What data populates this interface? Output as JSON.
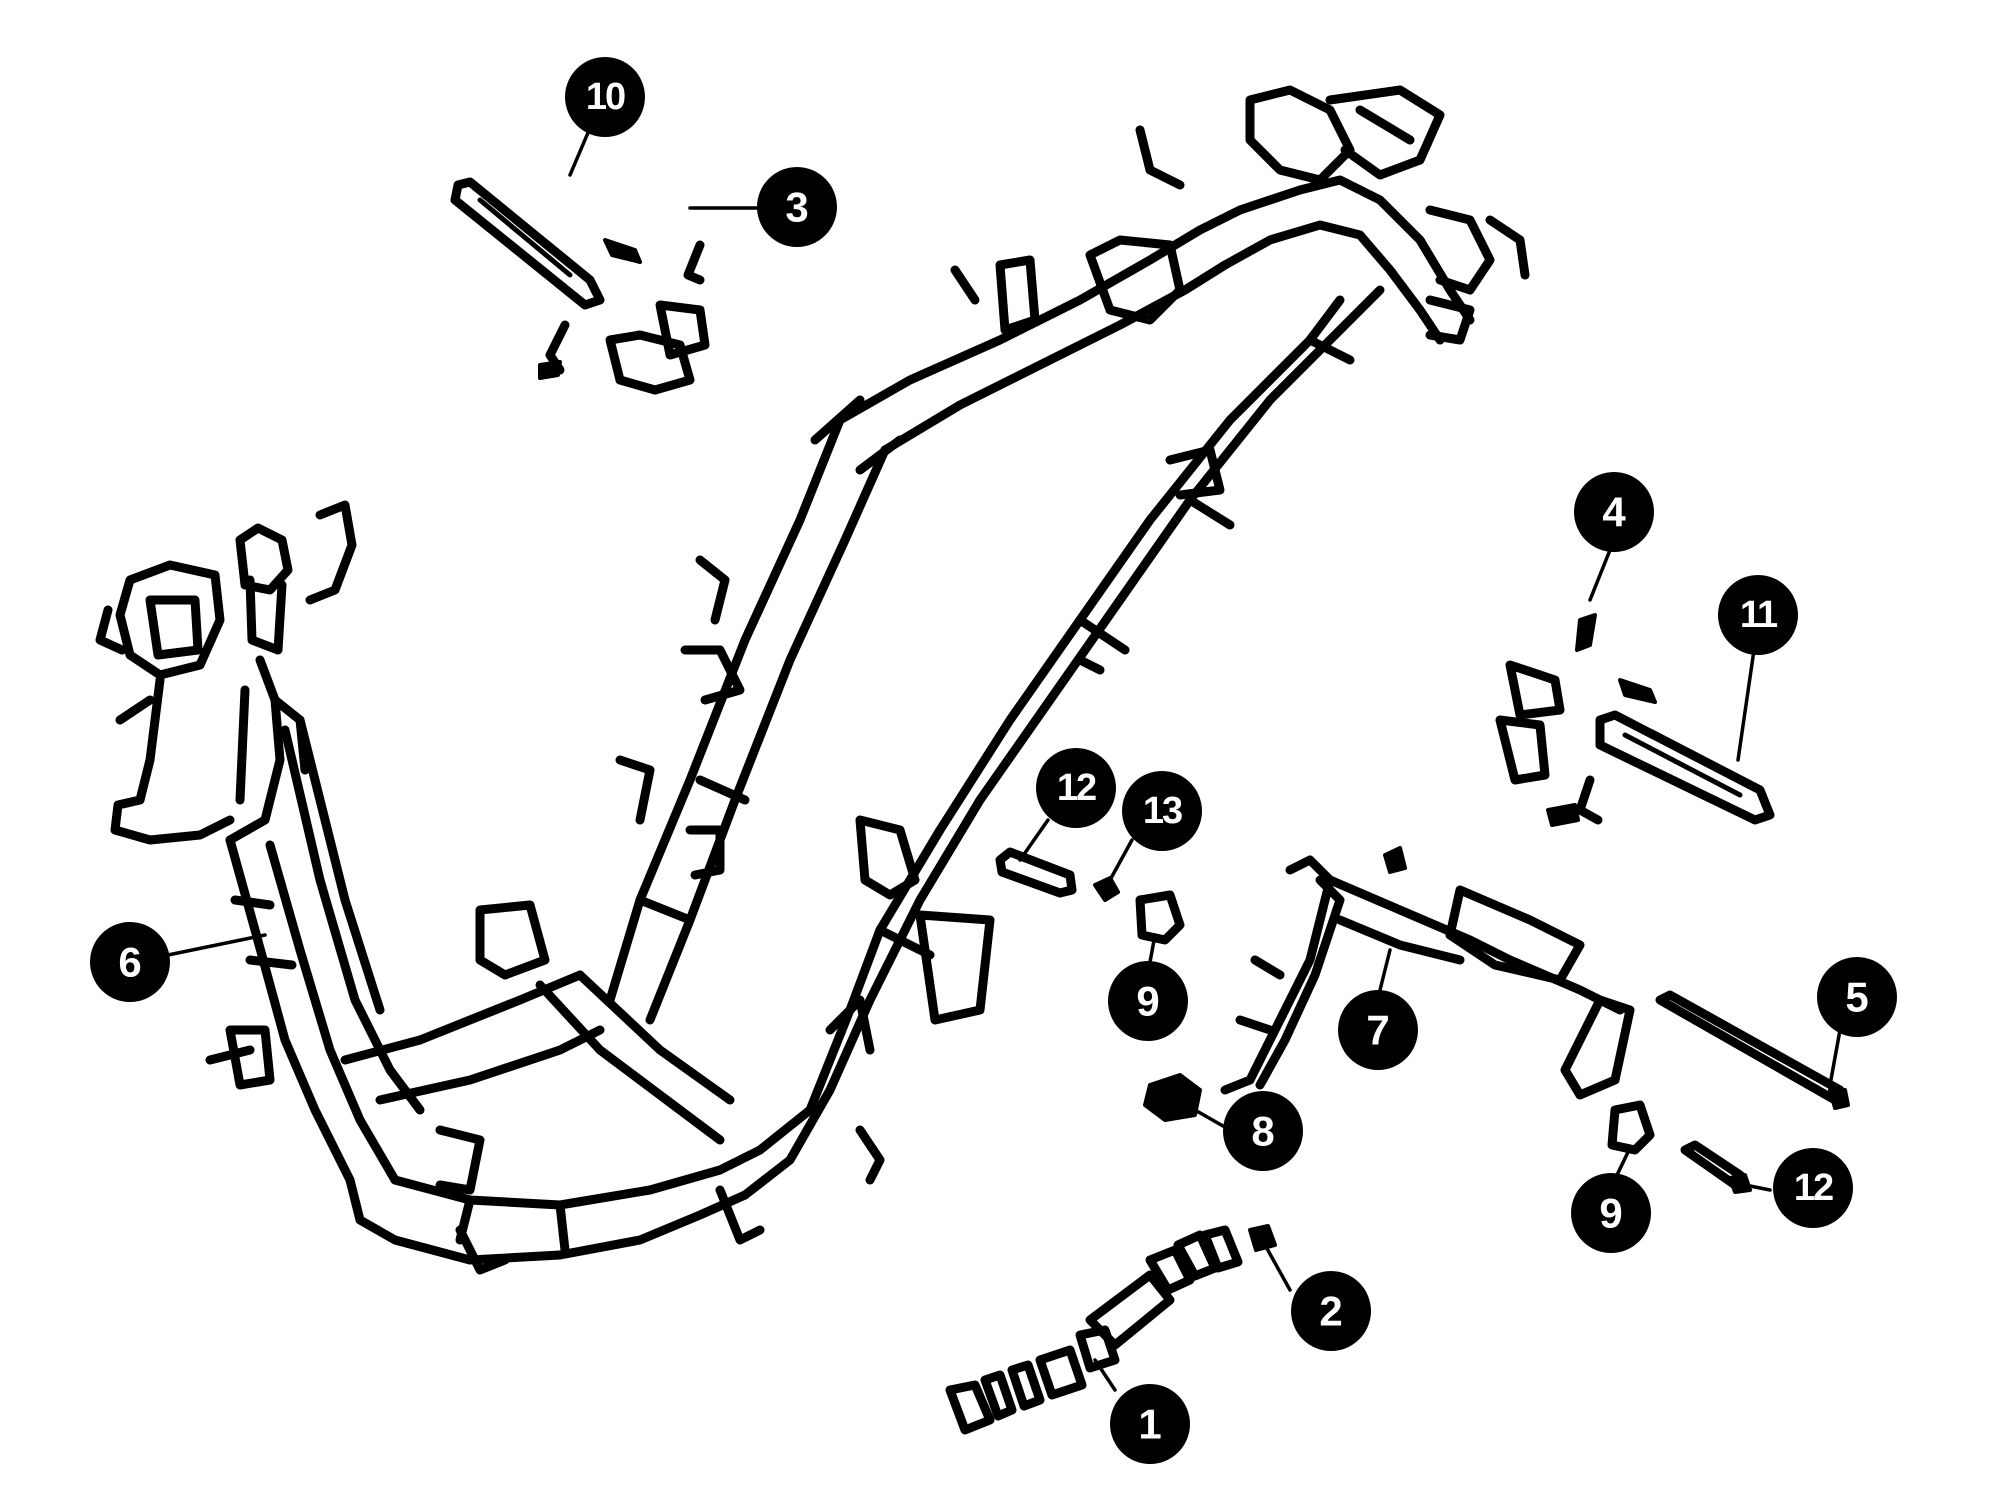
{
  "callouts": [
    {
      "id": "c1",
      "label": "1"
    },
    {
      "id": "c2",
      "label": "2"
    },
    {
      "id": "c3",
      "label": "3"
    },
    {
      "id": "c4",
      "label": "4"
    },
    {
      "id": "c5",
      "label": "5"
    },
    {
      "id": "c6",
      "label": "6"
    },
    {
      "id": "c7",
      "label": "7"
    },
    {
      "id": "c8",
      "label": "8"
    },
    {
      "id": "c9a",
      "label": "9"
    },
    {
      "id": "c9b",
      "label": "9"
    },
    {
      "id": "c10",
      "label": "10"
    },
    {
      "id": "c11",
      "label": "11"
    },
    {
      "id": "c12a",
      "label": "12"
    },
    {
      "id": "c12b",
      "label": "12"
    },
    {
      "id": "c13",
      "label": "13"
    }
  ],
  "colors": {
    "ink": "#000000",
    "background": "#ffffff",
    "callout_text": "#ffffff"
  }
}
